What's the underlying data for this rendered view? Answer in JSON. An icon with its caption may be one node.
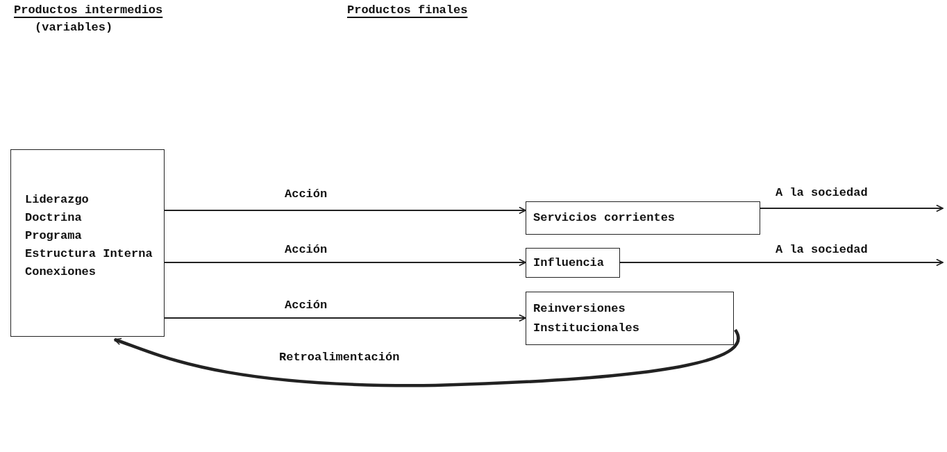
{
  "diagram": {
    "nodes": [
      {
        "text": [
          "Liderazgo",
          "Doctrina",
          "Programa",
          "Estructura Interna",
          "Conexiones"
        ]
      },
      {
        "text": [
          "Servicios corrientes"
        ]
      },
      {
        "text": [
          "Influencia"
        ]
      },
      {
        "text": [
          "Reinversiones Institucionales"
        ]
      }
    ],
    "edges": [
      {
        "from": 0,
        "to": 1,
        "arrow": "to",
        "label": "Acción"
      },
      {
        "from": 0,
        "to": 2,
        "arrow": "to",
        "label": "Acción"
      },
      {
        "from": 0,
        "to": 3,
        "arrow": "to",
        "label": "Acción"
      },
      {
        "from": 1,
        "to": null,
        "arrow": "to",
        "label": "A la sociedad"
      },
      {
        "from": 2,
        "to": null,
        "arrow": "to",
        "label": "A la sociedad"
      },
      {
        "from": 3,
        "to": 0,
        "arrow": "to",
        "label": "Retroalimentación",
        "style": "thick"
      }
    ],
    "labels": [
      "Productos intermedios",
      "(variables)",
      "Productos finales"
    ]
  }
}
